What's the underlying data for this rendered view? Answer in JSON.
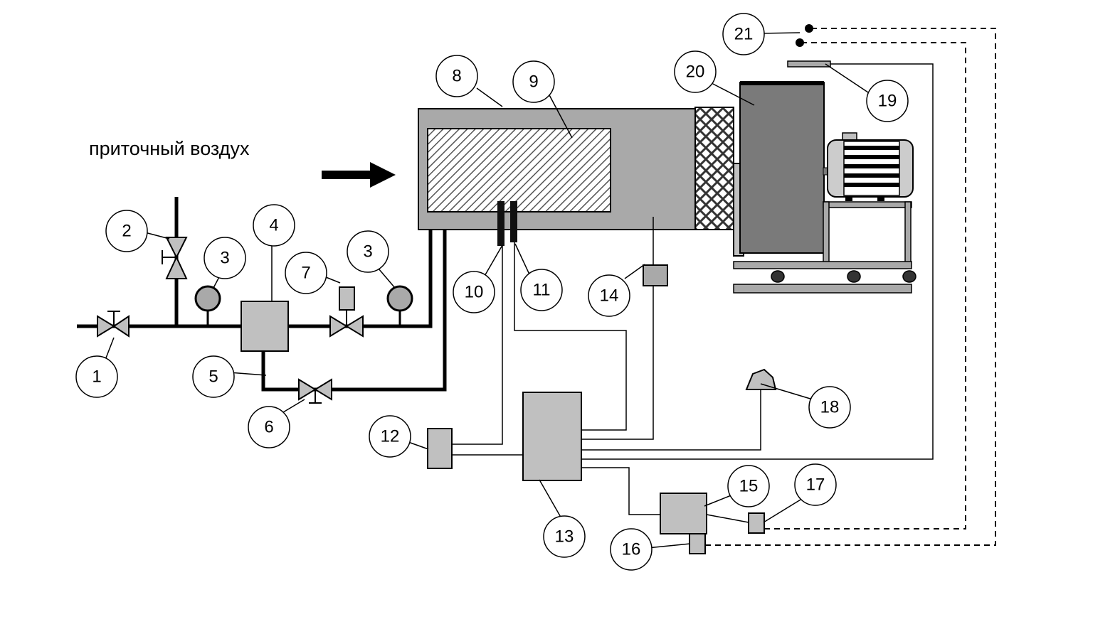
{
  "caption": "приточный воздух",
  "callouts": {
    "c1": "1",
    "c2": "2",
    "c3a": "3",
    "c3b": "3",
    "c4": "4",
    "c5": "5",
    "c6": "6",
    "c7": "7",
    "c8": "8",
    "c9": "9",
    "c10": "10",
    "c11": "11",
    "c12": "12",
    "c13": "13",
    "c14": "14",
    "c15": "15",
    "c16": "16",
    "c17": "17",
    "c18": "18",
    "c19": "19",
    "c20": "20",
    "c21": "21"
  },
  "colors": {
    "line": "#000000",
    "component_fill": "#c0c0c0",
    "housing_fill": "#a9a9a9",
    "fan_fill": "#7a7a7a",
    "motor_fill": "#cccccc"
  }
}
